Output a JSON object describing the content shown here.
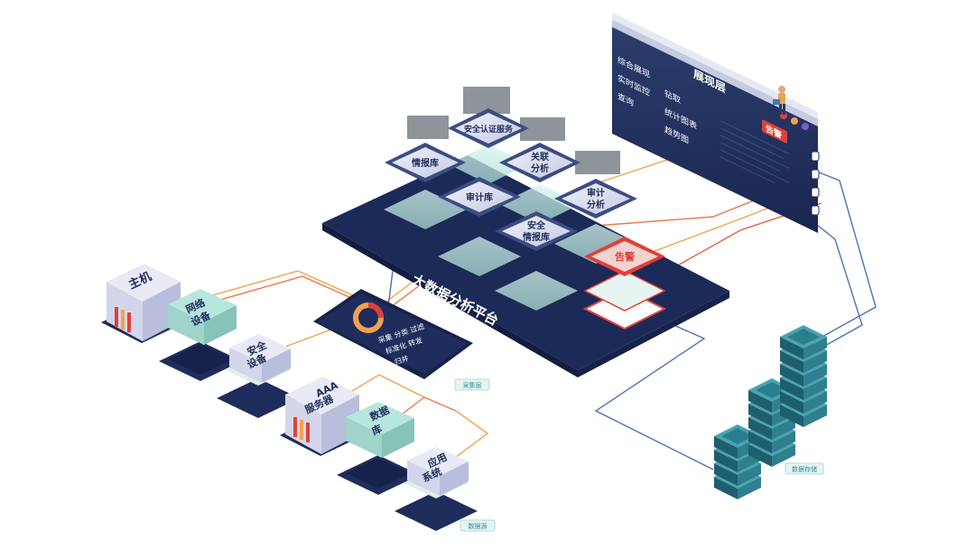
{
  "display_layer": {
    "title": "展现层",
    "left_items": [
      "综合展现",
      "实时监控",
      "查询"
    ],
    "right_items": [
      "钻取",
      "统计图表",
      "趋势图"
    ],
    "alert": "告警"
  },
  "platform": {
    "label": "大数据分析平台",
    "modules": {
      "identity": "安全认证服务",
      "intel": "情报库",
      "correlation_1": "关联",
      "correlation_2": "分析",
      "audit_lib": "审计库",
      "audit_an_1": "审计",
      "audit_an_2": "分析",
      "secintel_1": "安全",
      "secintel_2": "情报库",
      "alert": "告警"
    }
  },
  "collection": {
    "ops_row1": "采集 分类 过滤",
    "ops_row2": "标准化 转发",
    "ops_row3": "归并",
    "layer_label": "采集层"
  },
  "sources": {
    "host": "主机",
    "network_1": "网络",
    "network_2": "设备",
    "security_1": "安全",
    "security_2": "设备",
    "aaa_1": "AAA",
    "aaa_2": "服务器",
    "database_1": "数据",
    "database_2": "库",
    "app_1": "应用",
    "app_2": "系统",
    "layer_label": "数据源"
  },
  "storage": {
    "label": "数据存储"
  },
  "colors": {
    "navy": "#1f2d5c",
    "alert_red": "#e0403a",
    "teal": "#2f8a9a",
    "orange": "#f0a050",
    "steel_blue": "#4a74b8",
    "mint": "#cdeee8"
  }
}
